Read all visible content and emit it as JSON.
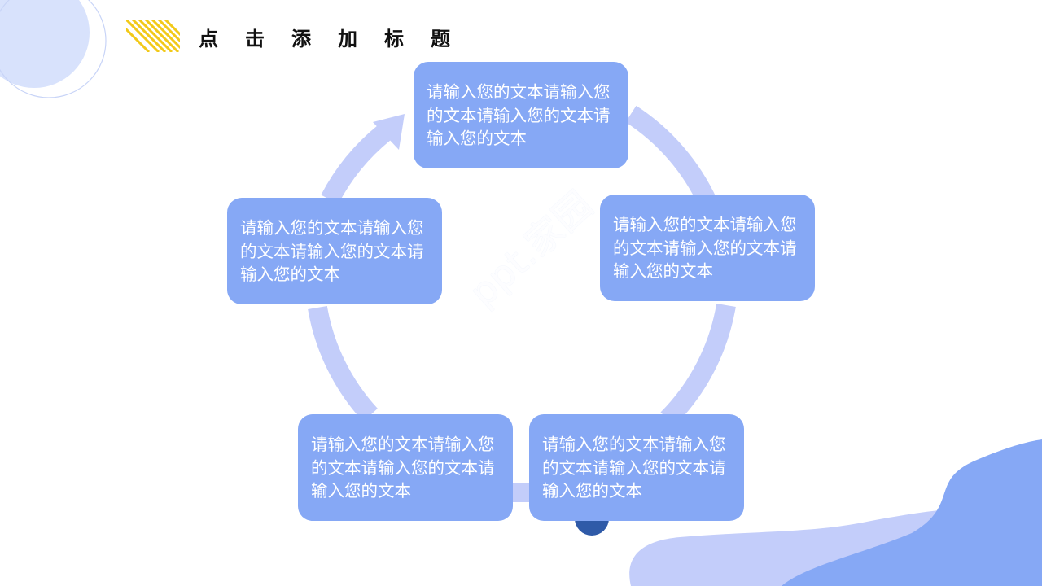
{
  "slide": {
    "title": "点击添加标题",
    "watermark": "ppt.家园"
  },
  "cycle": {
    "items": [
      "请输入您的文本请输入您的文本请输入您的文本请输入您的文本",
      "请输入您的文本请输入您的文本请输入您的文本请输入您的文本",
      "请输入您的文本请输入您的文本请输入您的文本请输入您的文本",
      "请输入您的文本请输入您的文本请输入您的文本请输入您的文本",
      "请输入您的文本请输入您的文本请输入您的文本请输入您的文本"
    ]
  },
  "colors": {
    "box": "#86a8f5",
    "ring": "#c3cdfa",
    "accent_yellow": "#f2c919",
    "dark_blue": "#2f5aa8",
    "light_circle": "#d8e2fc"
  }
}
